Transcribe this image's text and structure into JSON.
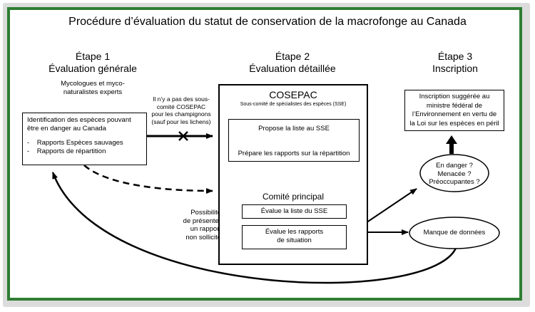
{
  "title": "Procédure d’évaluation du statut de conservation de la macrofonge au Canada",
  "step1": {
    "heading_line1": "Étape 1",
    "heading_line2": "Évaluation générale",
    "experts_line1": "Mycologues et myco-",
    "experts_line2": "naturalistes experts",
    "box_line1": "Identification des espèces pouvant",
    "box_line2": "être en danger au Canada",
    "bullet1": "-    Rapports Espèces sauvages",
    "bullet2": "-    Rapports de répartition"
  },
  "step2": {
    "heading_line1": "Étape 2",
    "heading_line2": "Évaluation détaillée",
    "cosepac_title": "COSEPAC",
    "cosepac_subtitle": "Sous-comité de spécialistes des espèces (SSE)",
    "propose": "Propose la liste au SSE",
    "prepare": "Prépare les rapports sur la répartition",
    "comite": "Comité principal",
    "evalue_liste": "Évalue la liste du SSE",
    "evalue_rapports_line1": "Évalue les rapports",
    "evalue_rapports_line2": "de situation"
  },
  "step3": {
    "heading_line1": "Étape 3",
    "heading_line2": "Inscription",
    "inscription_line1": "Inscription suggérée au",
    "inscription_line2": "ministre fédéral de",
    "inscription_line3": "l’Environnement en vertu de",
    "inscription_line4": "la Loi sur les espèces en péril",
    "status_line1": "En danger ?",
    "status_line2": "Menacée ?",
    "status_line3": "Préoccupantes ?",
    "manque": "Manque de données"
  },
  "notes": {
    "no_committee_line1": "Il n’y a pas des sous-",
    "no_committee_line2": "comité COSEPAC",
    "no_committee_line3": "pour les champignons",
    "no_committee_line4": "(sauf pour les lichens)",
    "possibilite_line1": "Possibilité",
    "possibilite_line2": "de présenter",
    "possibilite_line3": "un rapport",
    "possibilite_line4": "non sollicité"
  },
  "colors": {
    "border_green": "#2e7d32",
    "frame_gray": "#dcdcdc",
    "arrow_fill": "#c8c8c8"
  }
}
